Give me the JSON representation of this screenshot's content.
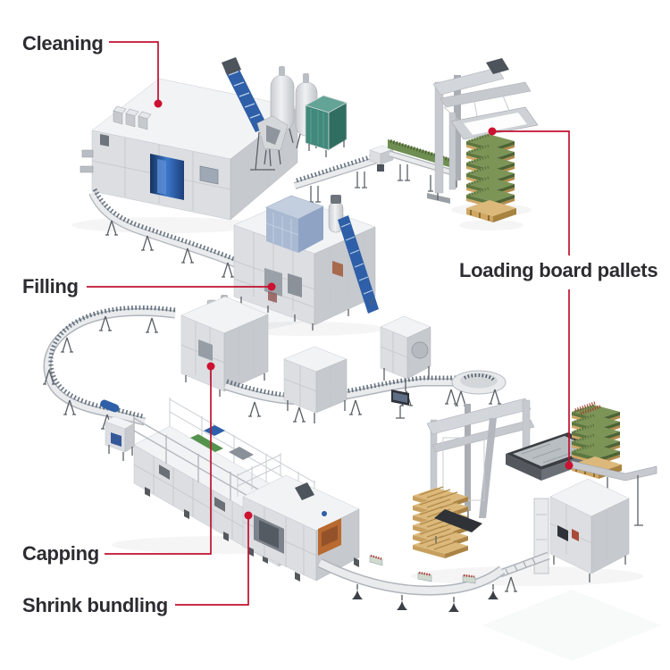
{
  "background": "#ffffff",
  "colors": {
    "label_text": "#2d2c31",
    "connector_red": "#c0112e",
    "dot_red": "#cd1130",
    "machine_gray": "#dcdee2",
    "accent_blue": "#2e5fa8",
    "accent_teal": "#41897b",
    "pallet_wood": "#dcb97b",
    "bottle_green": "#7c9557"
  },
  "labels": {
    "cleaning": {
      "text": "Cleaning"
    },
    "filling": {
      "text": "Filling"
    },
    "loading_board_pallets": {
      "text": "Loading board pallets"
    },
    "capping": {
      "text": "Capping"
    },
    "shrink_bundling": {
      "text": "Shrink bundling"
    }
  }
}
